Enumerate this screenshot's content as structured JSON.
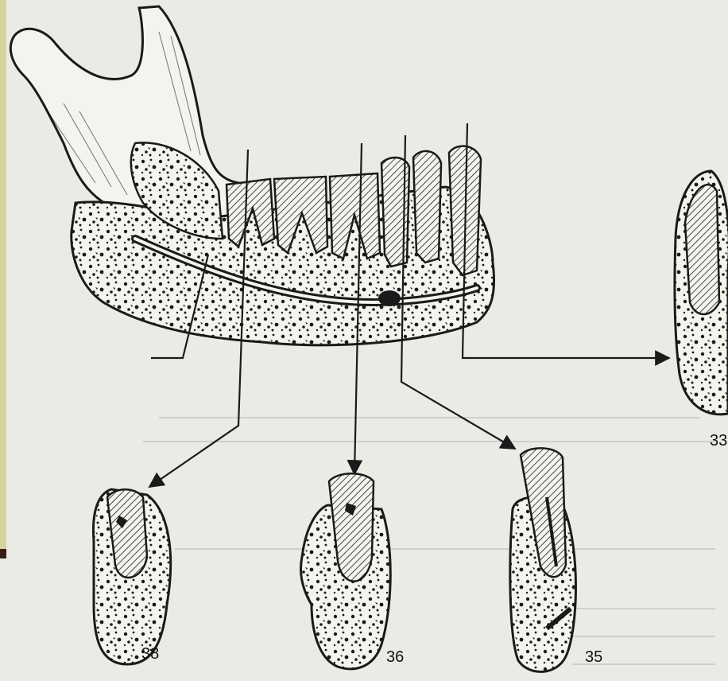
{
  "figure": {
    "sections": [
      {
        "id": "38",
        "label": "38"
      },
      {
        "id": "36",
        "label": "36"
      },
      {
        "id": "35",
        "label": "35"
      },
      {
        "id": "33",
        "label": "33"
      }
    ],
    "colors": {
      "background": "#d9d8d1",
      "paper": "#ebebe6",
      "ink": "#1a1a1a",
      "bone_fill": "#f4f4ef",
      "spine_yellow": "#d8d39c",
      "bar_dark": "#3a1d12"
    }
  }
}
